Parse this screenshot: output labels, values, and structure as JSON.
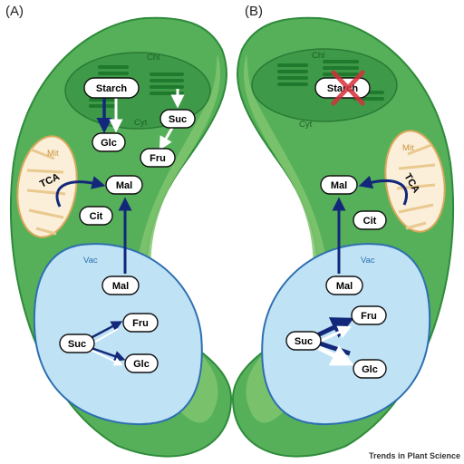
{
  "panels": {
    "left": "(A)",
    "right": "(B)"
  },
  "regions": {
    "chl": "Chl",
    "cyt": "Cyt",
    "mit": "Mit",
    "vac": "Vac",
    "tca": "TCA"
  },
  "metabolites": {
    "starch": "Starch",
    "glc": "Glc",
    "suc": "Suc",
    "fru": "Fru",
    "mal": "Mal",
    "cit": "Cit"
  },
  "credit": "Trends in Plant Science",
  "colors": {
    "cell_outer": "#56b05a",
    "cell_edge": "#2e8b3a",
    "cell_inner": "#7fc66e",
    "chloroplast": "#3e9a48",
    "thylakoid": "#1f7a2e",
    "vacuole": "#bfe2f5",
    "vacuole_edge": "#2d6fb0",
    "mito_fill": "#fbefd9",
    "mito_edge": "#d9a85a",
    "arrow_dark": "#13287a",
    "arrow_white": "#ffffff",
    "cross": "#d6303a"
  }
}
